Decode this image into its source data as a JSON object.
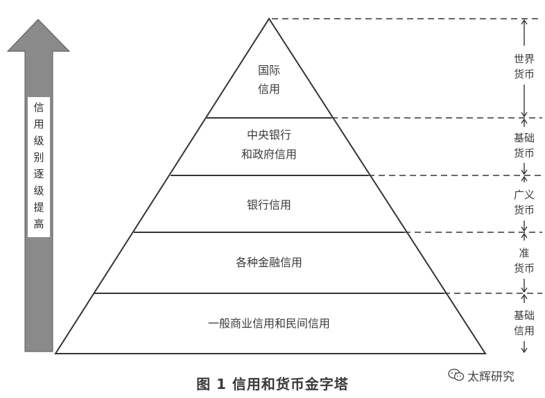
{
  "pyramid": {
    "levels": [
      {
        "lines": [
          "国际",
          "信用"
        ]
      },
      {
        "lines": [
          "中央银行",
          "和政府信用"
        ]
      },
      {
        "lines": [
          "银行信用"
        ]
      },
      {
        "lines": [
          "各种金融信用"
        ]
      },
      {
        "lines": [
          "一般商业信用和民间信用"
        ]
      }
    ]
  },
  "side_labels": [
    {
      "lines": [
        "世界",
        "货币"
      ]
    },
    {
      "lines": [
        "基础",
        "货币"
      ]
    },
    {
      "lines": [
        "广义",
        "货币"
      ]
    },
    {
      "lines": [
        "准",
        "货币"
      ]
    },
    {
      "lines": [
        "基础",
        "信用"
      ]
    }
  ],
  "arrow_label": [
    "信",
    "用",
    "级",
    "别",
    "逐",
    "级",
    "提",
    "高"
  ],
  "caption": "图 1   信用和货币金字塔",
  "watermark": "太辉研究",
  "colors": {
    "arrow_fill": "#8a8a8a",
    "line": "#333333"
  }
}
